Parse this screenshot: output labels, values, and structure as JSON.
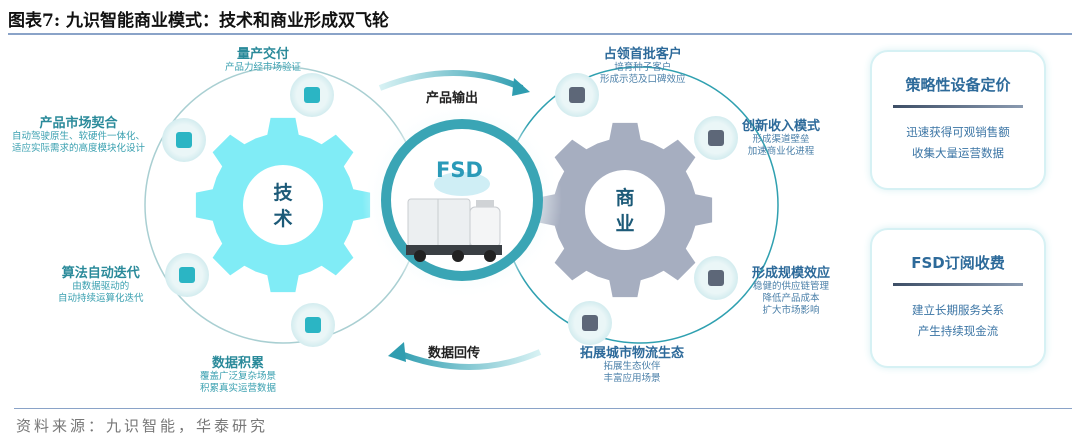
{
  "title": "图表7:  九识智能商业模式：技术和商业形成双飞轮",
  "source": "资料来源：九识智能，华泰研究",
  "colors": {
    "tech_gear": "#80ecf6",
    "biz_gear": "#a6aec0",
    "ring_tech": "#9fc9cc",
    "ring_biz": "#2fa0b0",
    "center_ring": "#3aa5b5"
  },
  "center": {
    "label": "FSD",
    "icon": "autonomous-delivery-van"
  },
  "arrows": {
    "top": "产品输出",
    "bottom": "数据回传"
  },
  "tech": {
    "gear_label": [
      "技",
      "术"
    ],
    "nodes": [
      {
        "title": "量产交付",
        "lines": [
          "产品力经市场验证"
        ],
        "icon": "hand-box-icon"
      },
      {
        "title": "产品市场契合",
        "lines": [
          "自动驾驶原生、软硬件一体化、",
          "适应实际需求的高度模块化设计"
        ],
        "icon": "checklist-icon"
      },
      {
        "title": "算法自动迭代",
        "lines": [
          "由数据驱动的",
          "自动持续运算化迭代"
        ],
        "icon": "network-icon"
      },
      {
        "title": "数据积累",
        "lines": [
          "覆盖广泛复杂场景",
          "积累真实运营数据"
        ],
        "icon": "database-icon"
      }
    ]
  },
  "business": {
    "gear_label": [
      "商",
      "业"
    ],
    "nodes": [
      {
        "title": "占领首批客户",
        "lines": [
          "培育种子客户",
          "形成示范及口碑效应"
        ],
        "icon": "users-icon"
      },
      {
        "title": "创新收入模式",
        "lines": [
          "形成渠道壁垒",
          "加速商业化进程"
        ],
        "icon": "pie-chart-icon"
      },
      {
        "title": "形成规模效应",
        "lines": [
          "稳健的供应链管理",
          "降低产品成本",
          "扩大市场影响"
        ],
        "icon": "growth-arrows-icon"
      },
      {
        "title": "拓展城市物流生态",
        "lines": [
          "拓展生态伙伴",
          "丰富应用场景"
        ],
        "icon": "handshake-icon"
      }
    ]
  },
  "cards": [
    {
      "title": "策略性设备定价",
      "lines": [
        "迅速获得可观销售额",
        "收集大量运营数据"
      ]
    },
    {
      "title": "FSD订阅收费",
      "lines": [
        "建立长期服务关系",
        "产生持续现金流"
      ]
    }
  ]
}
